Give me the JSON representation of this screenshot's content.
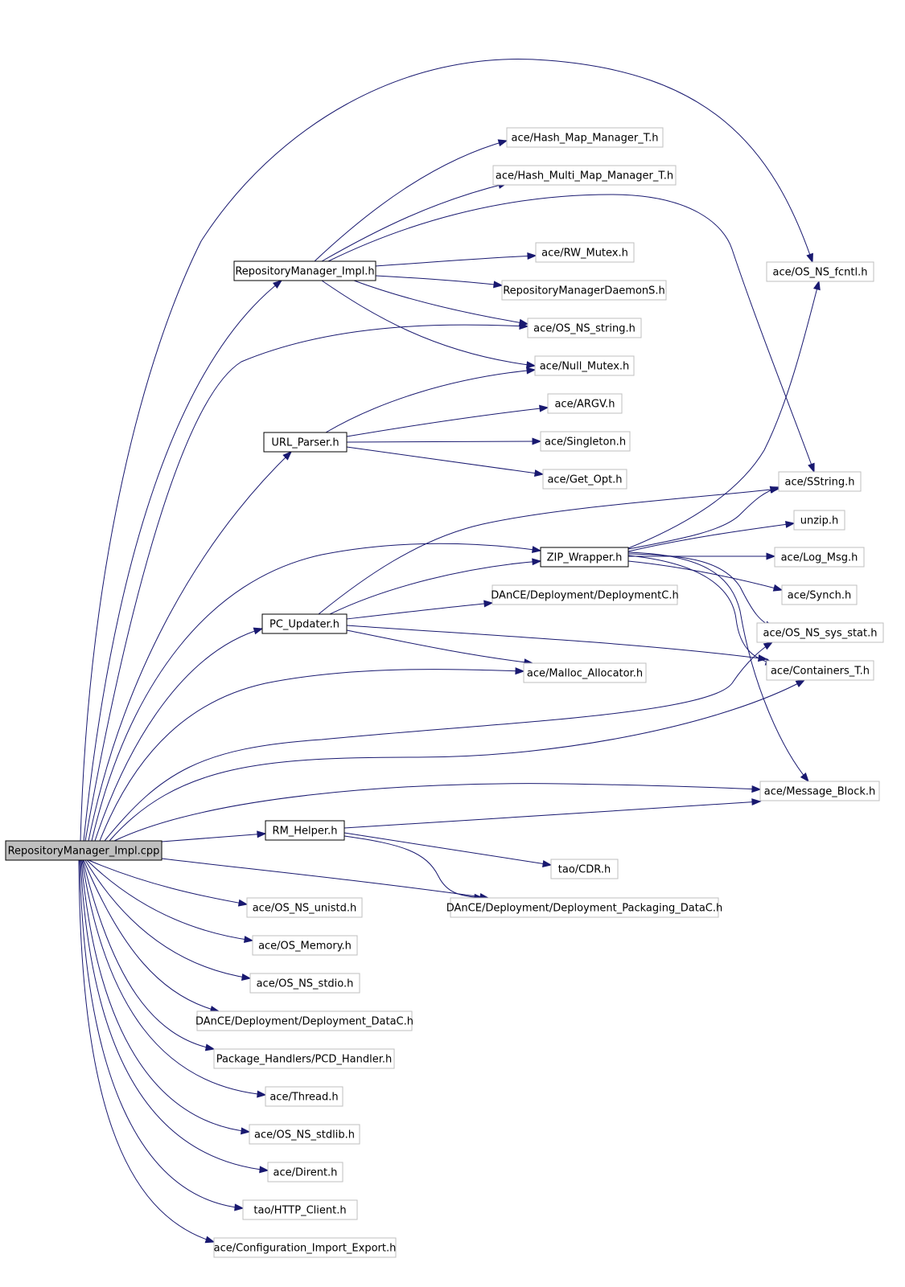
{
  "colors": {
    "edge": "#191970",
    "root_fill": "#bfbfbf",
    "box_border": "#bfbfbf",
    "strong_border": "#000000",
    "background": "#ffffff"
  },
  "nodes": [
    {
      "id": "root",
      "label": "RepositoryManager_Impl.cpp",
      "kind": "root"
    },
    {
      "id": "rmi_h",
      "label": "RepositoryManager_Impl.h",
      "kind": "strong"
    },
    {
      "id": "url_parser",
      "label": "URL_Parser.h",
      "kind": "strong"
    },
    {
      "id": "pc_updater",
      "label": "PC_Updater.h",
      "kind": "strong"
    },
    {
      "id": "rm_helper",
      "label": "RM_Helper.h",
      "kind": "strong"
    },
    {
      "id": "zip_wrapper",
      "label": "ZIP_Wrapper.h",
      "kind": "strong"
    },
    {
      "id": "hash_map",
      "label": "ace/Hash_Map_Manager_T.h",
      "kind": "plain"
    },
    {
      "id": "hash_multi",
      "label": "ace/Hash_Multi_Map_Manager_T.h",
      "kind": "plain"
    },
    {
      "id": "rw_mutex",
      "label": "ace/RW_Mutex.h",
      "kind": "plain"
    },
    {
      "id": "rm_daemon",
      "label": "RepositoryManagerDaemonS.h",
      "kind": "plain"
    },
    {
      "id": "os_string",
      "label": "ace/OS_NS_string.h",
      "kind": "plain"
    },
    {
      "id": "null_mutex",
      "label": "ace/Null_Mutex.h",
      "kind": "plain"
    },
    {
      "id": "argv",
      "label": "ace/ARGV.h",
      "kind": "plain"
    },
    {
      "id": "singleton",
      "label": "ace/Singleton.h",
      "kind": "plain"
    },
    {
      "id": "get_opt",
      "label": "ace/Get_Opt.h",
      "kind": "plain"
    },
    {
      "id": "os_fcntl",
      "label": "ace/OS_NS_fcntl.h",
      "kind": "plain"
    },
    {
      "id": "sstring",
      "label": "ace/SString.h",
      "kind": "plain"
    },
    {
      "id": "unzip",
      "label": "unzip.h",
      "kind": "plain"
    },
    {
      "id": "log_msg",
      "label": "ace/Log_Msg.h",
      "kind": "plain"
    },
    {
      "id": "synch",
      "label": "ace/Synch.h",
      "kind": "plain"
    },
    {
      "id": "deploymentc",
      "label": "DAnCE/Deployment/DeploymentC.h",
      "kind": "plain"
    },
    {
      "id": "os_sys_stat",
      "label": "ace/OS_NS_sys_stat.h",
      "kind": "plain"
    },
    {
      "id": "containers",
      "label": "ace/Containers_T.h",
      "kind": "plain"
    },
    {
      "id": "malloc_alloc",
      "label": "ace/Malloc_Allocator.h",
      "kind": "plain"
    },
    {
      "id": "message_block",
      "label": "ace/Message_Block.h",
      "kind": "plain"
    },
    {
      "id": "tao_cdr",
      "label": "tao/CDR.h",
      "kind": "plain"
    },
    {
      "id": "packaging_datac",
      "label": "DAnCE/Deployment/Deployment_Packaging_DataC.h",
      "kind": "plain"
    },
    {
      "id": "os_unistd",
      "label": "ace/OS_NS_unistd.h",
      "kind": "plain"
    },
    {
      "id": "os_memory",
      "label": "ace/OS_Memory.h",
      "kind": "plain"
    },
    {
      "id": "os_stdio",
      "label": "ace/OS_NS_stdio.h",
      "kind": "plain"
    },
    {
      "id": "deployment_datac",
      "label": "DAnCE/Deployment/Deployment_DataC.h",
      "kind": "plain"
    },
    {
      "id": "pcd_handler",
      "label": "Package_Handlers/PCD_Handler.h",
      "kind": "plain"
    },
    {
      "id": "thread",
      "label": "ace/Thread.h",
      "kind": "plain"
    },
    {
      "id": "os_stdlib",
      "label": "ace/OS_NS_stdlib.h",
      "kind": "plain"
    },
    {
      "id": "dirent",
      "label": "ace/Dirent.h",
      "kind": "plain"
    },
    {
      "id": "http_client",
      "label": "tao/HTTP_Client.h",
      "kind": "plain"
    },
    {
      "id": "config_ie",
      "label": "ace/Configuration_Import_Export.h",
      "kind": "plain"
    }
  ],
  "edges": [
    {
      "from": "root",
      "to": "os_fcntl"
    },
    {
      "from": "root",
      "to": "rmi_h"
    },
    {
      "from": "root",
      "to": "os_string"
    },
    {
      "from": "root",
      "to": "url_parser"
    },
    {
      "from": "root",
      "to": "zip_wrapper"
    },
    {
      "from": "root",
      "to": "pc_updater"
    },
    {
      "from": "root",
      "to": "malloc_alloc"
    },
    {
      "from": "root",
      "to": "os_sys_stat"
    },
    {
      "from": "root",
      "to": "containers"
    },
    {
      "from": "root",
      "to": "message_block"
    },
    {
      "from": "root",
      "to": "rm_helper"
    },
    {
      "from": "root",
      "to": "packaging_datac"
    },
    {
      "from": "root",
      "to": "os_unistd"
    },
    {
      "from": "root",
      "to": "os_memory"
    },
    {
      "from": "root",
      "to": "os_stdio"
    },
    {
      "from": "root",
      "to": "deployment_datac"
    },
    {
      "from": "root",
      "to": "pcd_handler"
    },
    {
      "from": "root",
      "to": "thread"
    },
    {
      "from": "root",
      "to": "os_stdlib"
    },
    {
      "from": "root",
      "to": "dirent"
    },
    {
      "from": "root",
      "to": "http_client"
    },
    {
      "from": "root",
      "to": "config_ie"
    },
    {
      "from": "rmi_h",
      "to": "hash_map"
    },
    {
      "from": "rmi_h",
      "to": "hash_multi"
    },
    {
      "from": "rmi_h",
      "to": "sstring"
    },
    {
      "from": "rmi_h",
      "to": "rw_mutex"
    },
    {
      "from": "rmi_h",
      "to": "rm_daemon"
    },
    {
      "from": "rmi_h",
      "to": "os_string"
    },
    {
      "from": "rmi_h",
      "to": "null_mutex"
    },
    {
      "from": "url_parser",
      "to": "null_mutex"
    },
    {
      "from": "url_parser",
      "to": "argv"
    },
    {
      "from": "url_parser",
      "to": "singleton"
    },
    {
      "from": "url_parser",
      "to": "get_opt"
    },
    {
      "from": "pc_updater",
      "to": "sstring"
    },
    {
      "from": "pc_updater",
      "to": "zip_wrapper"
    },
    {
      "from": "pc_updater",
      "to": "deploymentc"
    },
    {
      "from": "pc_updater",
      "to": "containers"
    },
    {
      "from": "pc_updater",
      "to": "malloc_alloc"
    },
    {
      "from": "zip_wrapper",
      "to": "os_fcntl"
    },
    {
      "from": "zip_wrapper",
      "to": "sstring"
    },
    {
      "from": "zip_wrapper",
      "to": "unzip"
    },
    {
      "from": "zip_wrapper",
      "to": "log_msg"
    },
    {
      "from": "zip_wrapper",
      "to": "synch"
    },
    {
      "from": "zip_wrapper",
      "to": "os_sys_stat"
    },
    {
      "from": "zip_wrapper",
      "to": "containers"
    },
    {
      "from": "zip_wrapper",
      "to": "message_block"
    },
    {
      "from": "rm_helper",
      "to": "message_block"
    },
    {
      "from": "rm_helper",
      "to": "tao_cdr"
    },
    {
      "from": "rm_helper",
      "to": "packaging_datac"
    }
  ]
}
